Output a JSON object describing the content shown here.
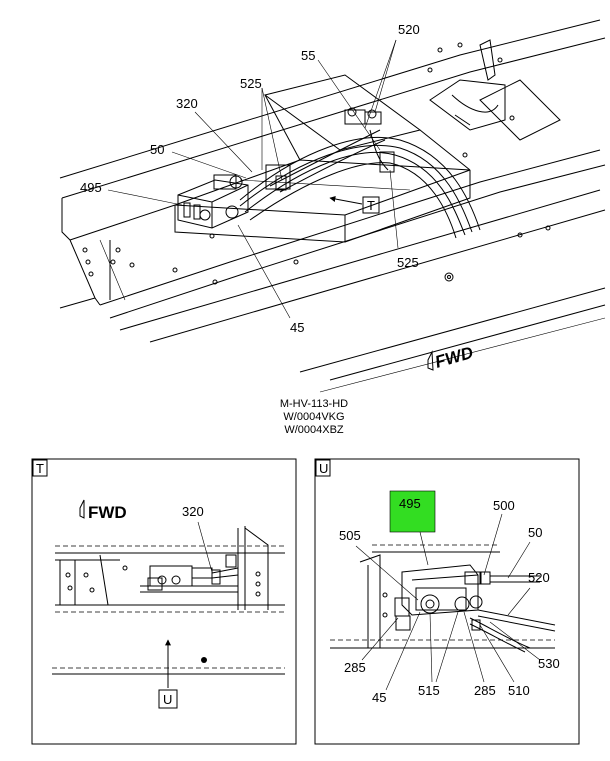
{
  "main_view": {
    "callouts": {
      "c520": "520",
      "c55": "55",
      "c525_top": "525",
      "c320": "320",
      "c50": "50",
      "c495": "495",
      "c525_right": "525",
      "c45": "45"
    },
    "view_markers": {
      "t": "T"
    },
    "fwd": "FWD"
  },
  "caption": {
    "line1": "M-HV-113-HD",
    "line2": "W/0004VKG",
    "line3": "W/0004XBZ"
  },
  "detail_t": {
    "label": "T",
    "fwd": "FWD",
    "callouts": {
      "c320": "320"
    },
    "view_marker": "U"
  },
  "detail_u": {
    "label": "U",
    "highlight_color": "#33dd22",
    "callouts": {
      "c495": "495",
      "c500": "500",
      "c505": "505",
      "c50": "50",
      "c520": "520",
      "c285_left": "285",
      "c45": "45",
      "c515": "515",
      "c285_right": "285",
      "c510": "510",
      "c530": "530"
    }
  }
}
